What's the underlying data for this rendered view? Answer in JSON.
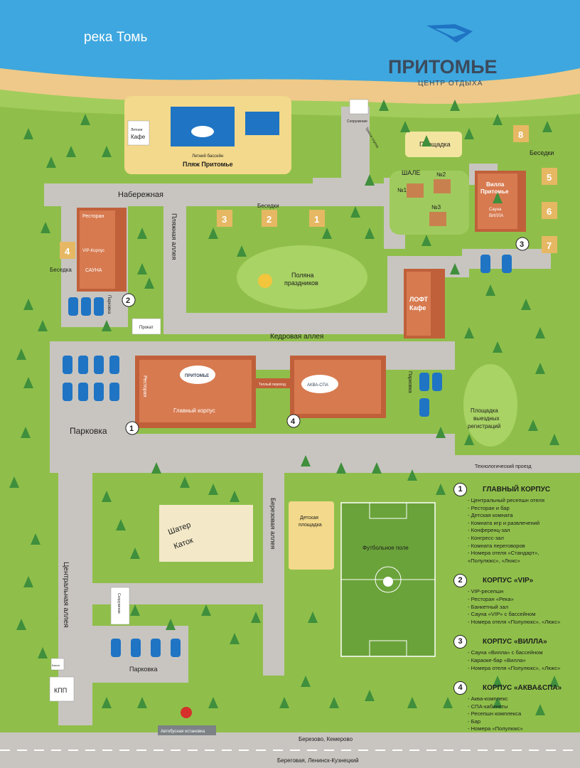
{
  "brand": {
    "name": "ПРИТОМЬЕ",
    "subtitle": "ЦЕНТР ОТДЫХА"
  },
  "colors": {
    "river": "#3ea7df",
    "grass": "#8fbf4a",
    "road": "#c8c5c0",
    "roof": "#c0603a",
    "sand": "#f3d98b",
    "brand": "#3b4a5c"
  },
  "labels": {
    "river": "река Томь",
    "naberezhnaya": "Набережная",
    "beach_alley": "Пляжная аллея",
    "cedar_alley": "Кедровая аллея",
    "birch_alley": "Березовая аллея",
    "central_alley": "Центральная аллея",
    "parking_main": "Парковка",
    "parking_bottom": "Парковка",
    "tech_road": "Технологический проезд",
    "summer_cafe_top": "Летнее",
    "summer_cafe": "Кафе",
    "summer_pool": "Летний бассейн",
    "beach": "Пляж Притомье",
    "facility": "Сооружение",
    "slope": "Трасса спуска",
    "playground": "Площадка",
    "chalet": "ШАЛЕ",
    "chalet_1": "№1",
    "chalet_2": "№2",
    "chalet_3": "№3",
    "gazebos_right": "Беседки",
    "gazebos_center": "Беседки",
    "gazebo_left": "Беседка",
    "villa_1": "Вилла",
    "villa_2": "Притомье",
    "villa_sauna_1": "Сауна",
    "villa_sauna_2": "ВИЛЛА",
    "restaurant": "Ресторан",
    "vip_corpus": "VIP-Корпус",
    "sauna": "САУНА",
    "parking_side": "Парковка",
    "holiday_1": "Поляна",
    "holiday_2": "праздников",
    "loft_1": "ЛОФТ",
    "loft_2": "Кафе",
    "rental": "Прокат",
    "main_restaurant": "Ресторан",
    "main_sign": "ПРИТОМЬЕ",
    "main_building": "Главный корпус",
    "warm_passage": "Теплый переход",
    "spa_sign": "АКВА-СПА",
    "parking_spa": "Парковка",
    "registration_1": "Площадка",
    "registration_2": "выездных",
    "registration_3": "регистраций",
    "tent": "Шатер",
    "rink": "Каток",
    "kids_1": "Детская",
    "kids_2": "площадка",
    "football": "Футбольное поле",
    "facility_2": "Сооружение",
    "kpp": "КПП",
    "booth": "Касса",
    "bus_stop": "Автобусная остановка",
    "road_1": "Березово, Кемерово",
    "road_2": "Береговая, Ленинск-Кузнецкий"
  },
  "markers": {
    "main": "1",
    "vip": "2",
    "villa": "3",
    "spa": "4"
  },
  "gazebo_numbers": {
    "g1": "1",
    "g2": "2",
    "g3": "3",
    "g4": "4",
    "g5": "5",
    "g6": "6",
    "g7": "7",
    "g8": "8"
  },
  "legend": [
    {
      "num": "1",
      "title": "ГЛАВНЫЙ КОРПУС",
      "items": [
        "- Центральный ресепшн отеля",
        "- Ресторан и бар",
        "- Детская комната",
        "- Комната игр и развлечений",
        "- Конференц-зал",
        "- Конгресс-зал",
        "- Комната переговоров",
        "- Номера отеля «Стандарт»,",
        "«Полулюкс», «Люкс»"
      ]
    },
    {
      "num": "2",
      "title": "КОРПУС «VIP»",
      "items": [
        "- VIP-ресепшн",
        "- Ресторан «Река»",
        "- Банкетный зал",
        "- Сауна «VIP» с бассейном",
        "- Номера отеля «Полулюкс», «Люкс»"
      ]
    },
    {
      "num": "3",
      "title": "КОРПУС «ВИЛЛА»",
      "items": [
        "- Сауна «Вилла» с бассейном",
        "- Караоке-бар «Вилла»",
        "- Номера отеля «Полулюкс», «Люкс»"
      ]
    },
    {
      "num": "4",
      "title": "КОРПУС «АКВА&СПА»",
      "items": [
        "- Аква-комплекс",
        "- СПА-кабинеты",
        "- Ресепшн комплекса",
        "- Бар",
        "- Номера «Полулюкс»"
      ]
    }
  ]
}
